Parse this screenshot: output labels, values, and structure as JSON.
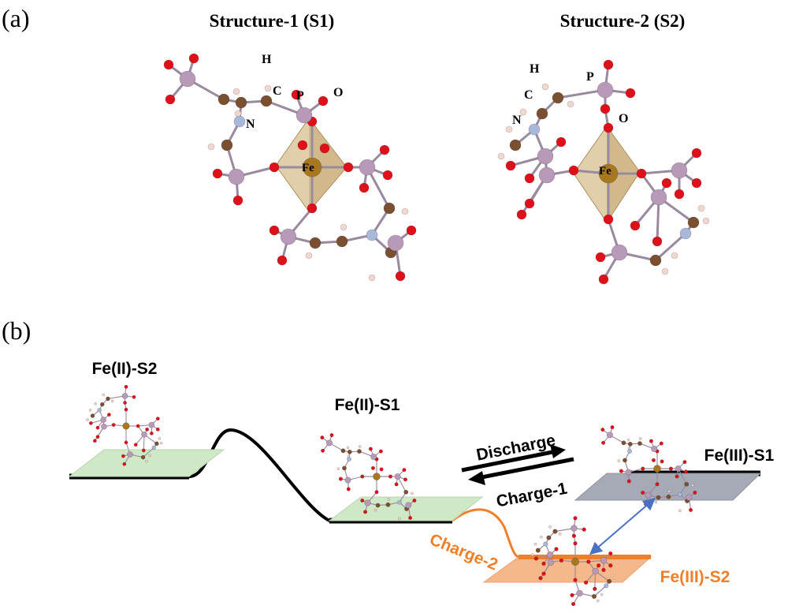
{
  "panel_a": {
    "label": "(a)",
    "s1": {
      "title": "Structure-1 (S1)",
      "atoms": {
        "h": "H",
        "c": "C",
        "p": "P",
        "o": "O",
        "n": "N",
        "fe": "Fe"
      }
    },
    "s2": {
      "title": "Structure-2 (S2)",
      "atoms": {
        "h": "H",
        "c": "C",
        "p": "P",
        "o": "O",
        "n": "N",
        "fe": "Fe"
      }
    }
  },
  "panel_b": {
    "label": "(b)",
    "states": {
      "fe2_s2": "Fe(II)-S2",
      "fe2_s1": "Fe(II)-S1",
      "fe3_s1": "Fe(III)-S1",
      "fe3_s2": "Fe(III)-S2"
    },
    "arrows": {
      "discharge": "Discharge",
      "charge1": "Charge-1",
      "charge2": "Charge-2"
    }
  },
  "colors": {
    "oxygen": "#e0101a",
    "phosphorus": "#b89ab8",
    "carbon": "#7a5030",
    "nitrogen": "#a8b8d8",
    "hydrogen": "#f0d8d0",
    "iron": "#a87820",
    "octahedron": "#c8a868",
    "green_plane": "#cfe8c6",
    "grey_plane": "#a6aab6",
    "orange_plane": "#f5b88a",
    "orange": "#f07f2a",
    "blue_arrow": "#4a72c4"
  }
}
